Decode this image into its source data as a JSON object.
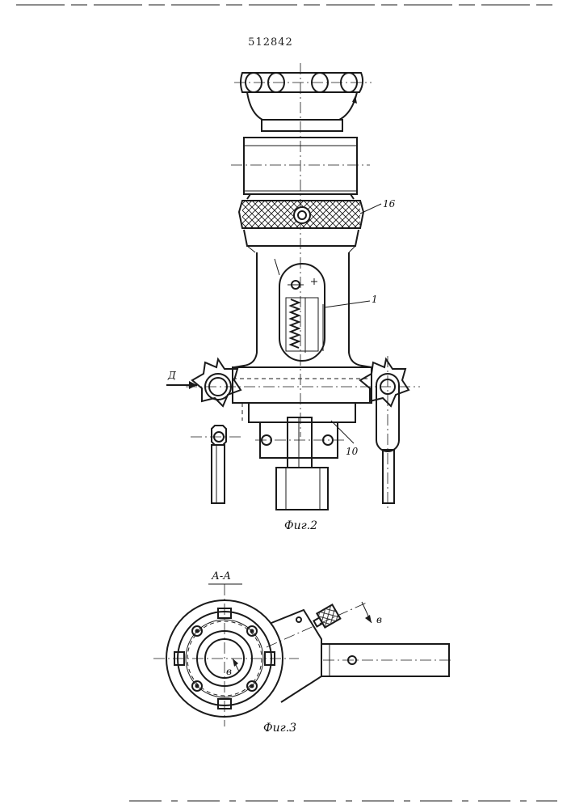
{
  "document": {
    "patent_number": "512842"
  },
  "figure2": {
    "caption": "Фиг.2",
    "labels": {
      "part_16": "16",
      "part_1": "1",
      "part_10": "10",
      "view_arrow": "Д"
    }
  },
  "figure3": {
    "caption": "Фиг.3",
    "section_label": "А-А",
    "labels": {
      "arrow_b_right": "в",
      "arrow_b_center": "в"
    }
  }
}
